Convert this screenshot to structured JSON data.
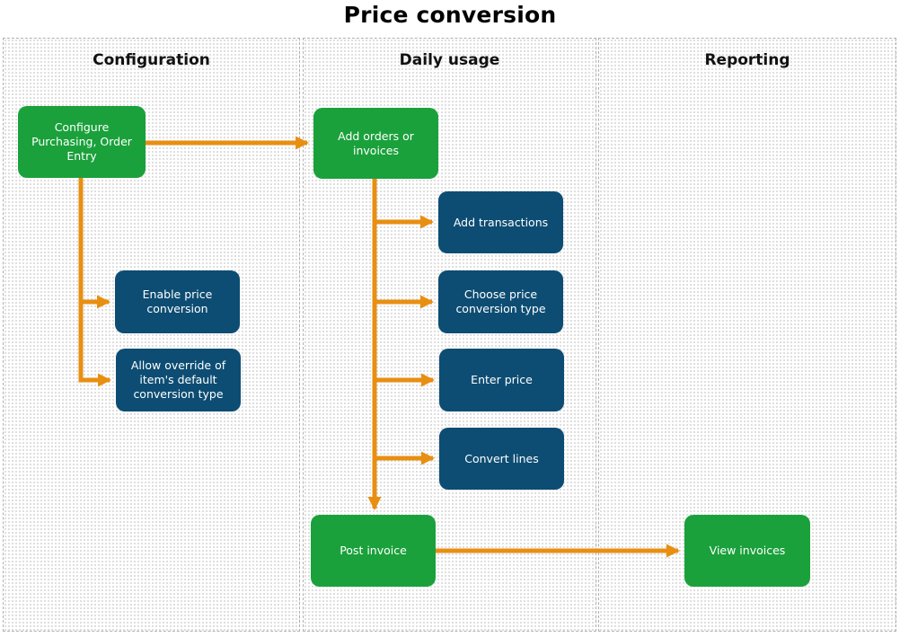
{
  "title": "Price conversion",
  "lanes": [
    {
      "label": "Configuration"
    },
    {
      "label": "Daily usage"
    },
    {
      "label": "Reporting"
    }
  ],
  "nodes": {
    "configure": {
      "label": "Configure Purchasing, Order Entry"
    },
    "enable_price": {
      "label": "Enable price conversion"
    },
    "allow_override": {
      "label": "Allow override of item's default conversion type"
    },
    "add_orders": {
      "label": "Add orders or invoices"
    },
    "add_transactions": {
      "label": "Add transactions"
    },
    "choose_type": {
      "label": "Choose price conversion type"
    },
    "enter_price": {
      "label": "Enter price"
    },
    "convert_lines": {
      "label": "Convert lines"
    },
    "post_invoice": {
      "label": "Post invoice"
    },
    "view_invoices": {
      "label": "View invoices"
    }
  },
  "colors": {
    "green": "#1aa13b",
    "navy": "#0d4d73",
    "arrow": "#e88f12"
  }
}
